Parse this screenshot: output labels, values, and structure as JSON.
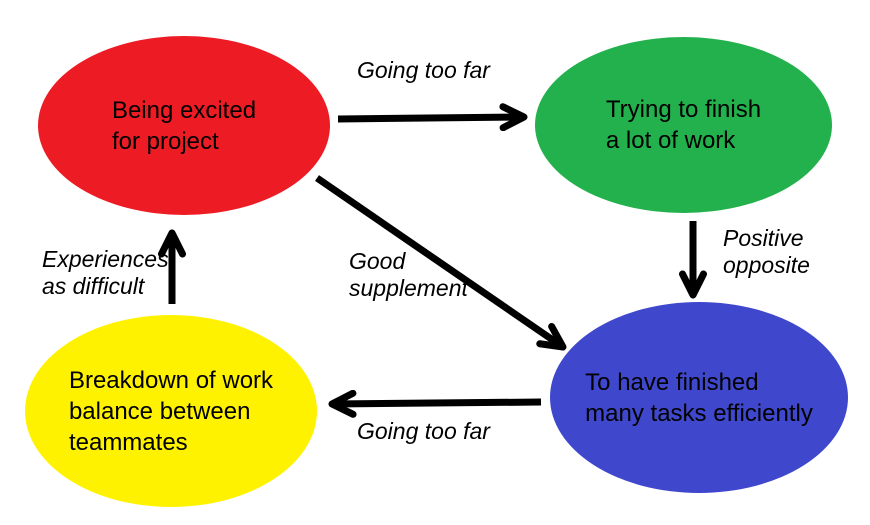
{
  "diagram": {
    "background_color": "#ffffff",
    "text_color": "#000000",
    "arrow_color": "#000000",
    "nodes": [
      {
        "id": "being-excited",
        "label": "Being excited\nfor project",
        "color": "#ed1c24"
      },
      {
        "id": "trying-to-finish",
        "label": "Trying to finish\na lot of work",
        "color": "#22b14c"
      },
      {
        "id": "finished-tasks",
        "label": "To have finished\nmany tasks efficiently",
        "color": "#3f48cc"
      },
      {
        "id": "work-breakdown",
        "label": "Breakdown of work\nbalance between\nteammates",
        "color": "#fff200"
      }
    ],
    "edges": [
      {
        "from": "being-excited",
        "to": "trying-to-finish",
        "label": "Going too far"
      },
      {
        "from": "trying-to-finish",
        "to": "finished-tasks",
        "label": "Positive\nopposite"
      },
      {
        "from": "being-excited",
        "to": "finished-tasks",
        "label": "Good\nsupplement"
      },
      {
        "from": "finished-tasks",
        "to": "work-breakdown",
        "label": "Going too far"
      },
      {
        "from": "work-breakdown",
        "to": "being-excited",
        "label": "Experiences\nas difficult"
      }
    ]
  }
}
